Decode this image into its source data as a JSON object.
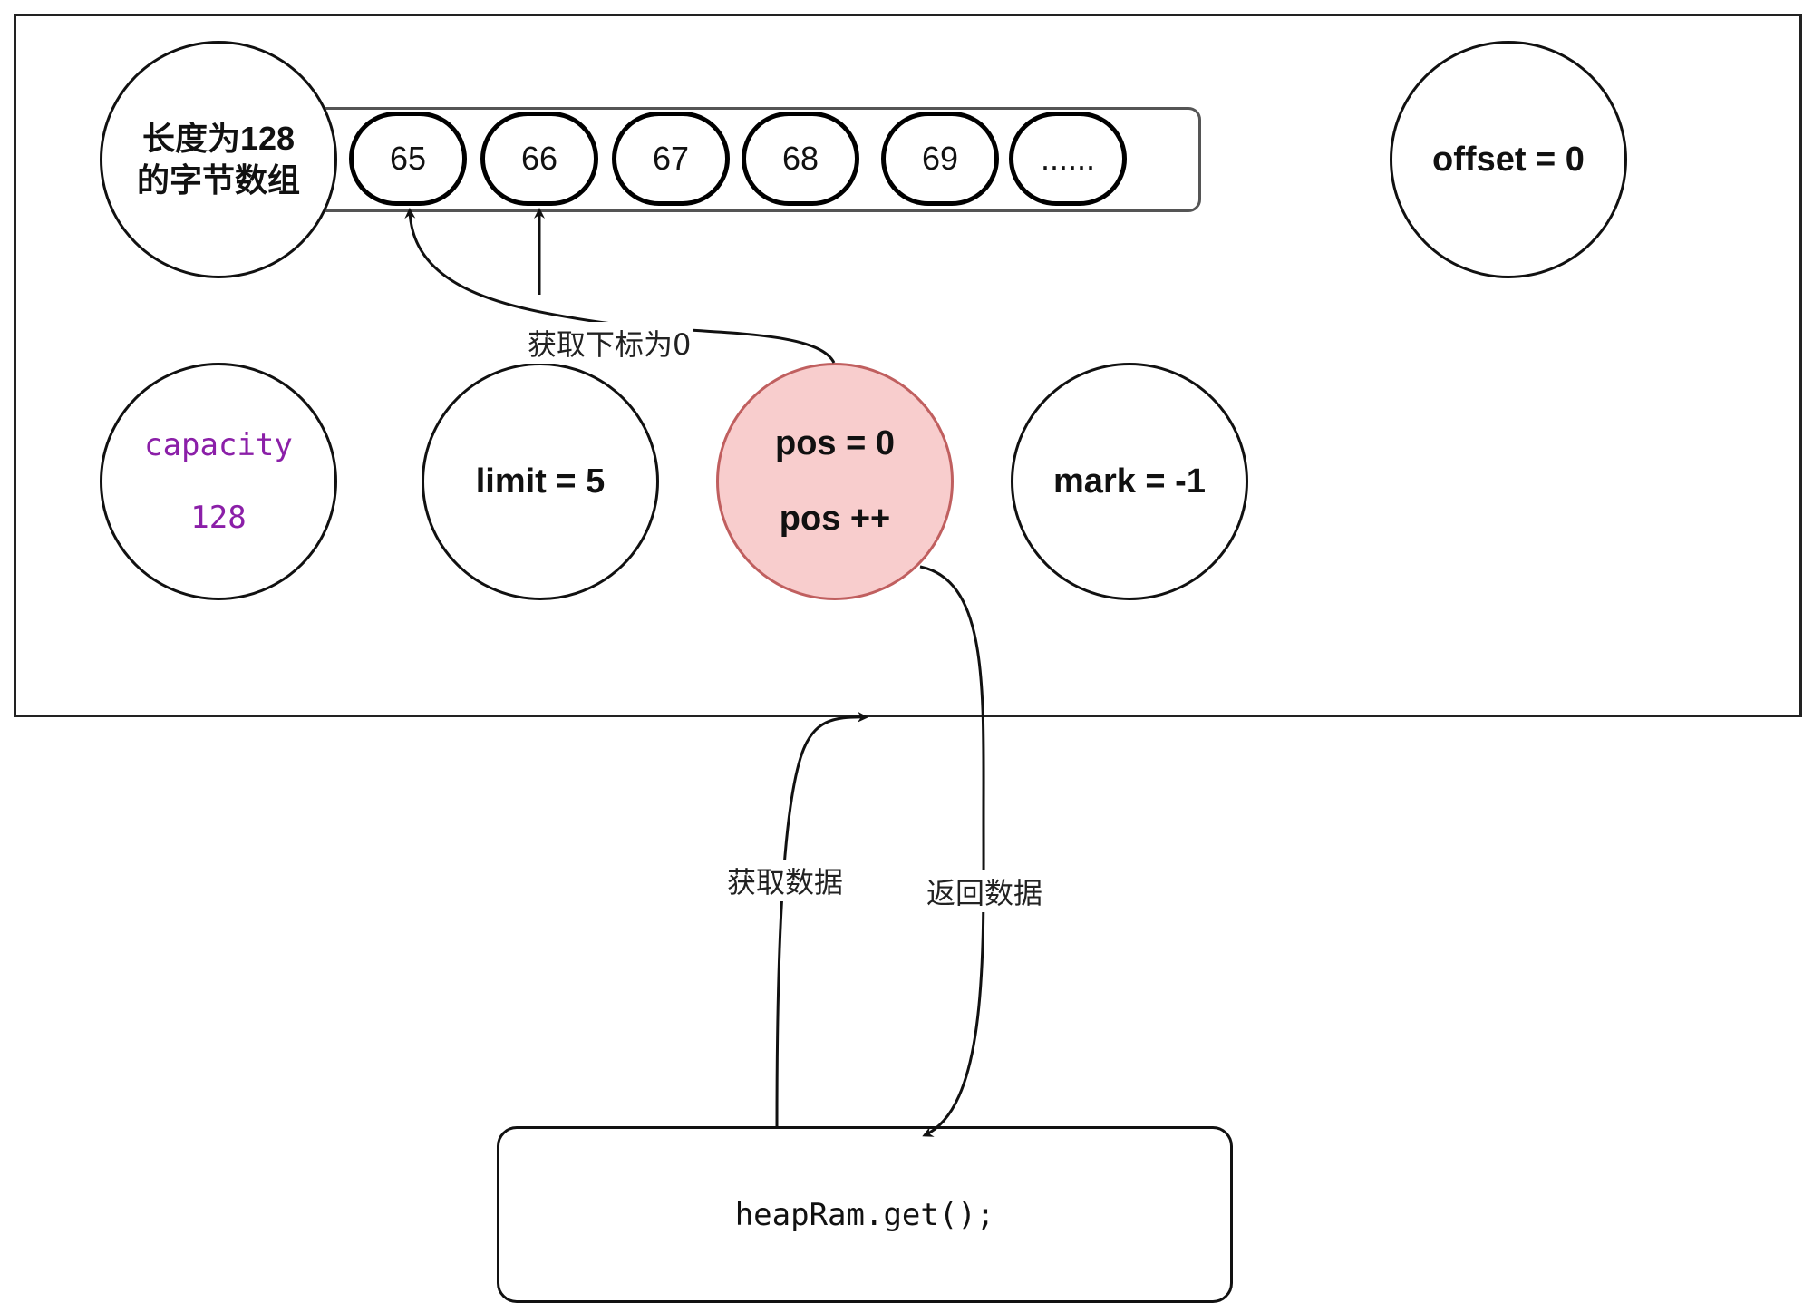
{
  "buffer": {
    "title_line1": "长度为128",
    "title_line2": "的字节数组",
    "cells": [
      "65",
      "66",
      "67",
      "68",
      "69",
      "......"
    ]
  },
  "fields": {
    "offset": "offset = 0",
    "capacity_label": "capacity",
    "capacity_value": "128",
    "limit": "limit = 5",
    "pos_line1": "pos = 0",
    "pos_line2": "pos ++",
    "mark": "mark = -1"
  },
  "labels": {
    "get_index": "获取下标为0",
    "fetch_data": "获取数据",
    "return_data": "返回数据"
  },
  "call": {
    "code": "heapRam.get();"
  },
  "colors": {
    "pos_fill": "#f8cdcd",
    "pos_border": "#c05f5f",
    "capacity_text": "#8b1fa8"
  }
}
